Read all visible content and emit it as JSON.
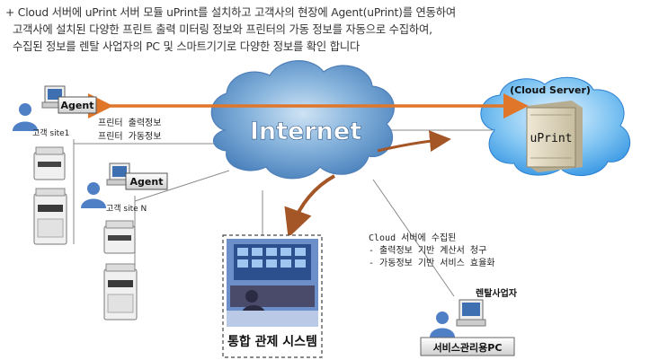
{
  "intro": {
    "line1": "+ Cloud 서버에 uPrint 서버 모듈 uPrint를 설치하고 고객사의 현장에 Agent(uPrint)를 연동하여",
    "line2": "고객사에 설치된 다양한 프린트 출력 미터링 정보와 프린터의 가동 정보를 자동으로 수집하여,",
    "line3": "수집된 정보를 렌탈 사업자의 PC 및 스마트기기로 다양한 정보를 확인 합니다"
  },
  "cloud": {
    "label": "Internet"
  },
  "cloud_server": {
    "label": "(Cloud Server)",
    "server_label": "uPrint"
  },
  "site1": {
    "agent_label": "Agent",
    "site_label": "고객 site1",
    "info_line1": "프린터 출력정보",
    "info_line2": "프린터 가동정보"
  },
  "siteN": {
    "agent_label": "Agent",
    "site_label": "고객 site N"
  },
  "control": {
    "label": "통합 관제 시스템"
  },
  "cloud_collect": {
    "title": "Cloud 서버에 수집된",
    "item1": "- 출력정보 기반 계산서 청구",
    "item2": "- 가동정보 기반 서비스 효율화"
  },
  "rental": {
    "label": "렌탈사업자",
    "service_label": "서비스관리용PC"
  },
  "colors": {
    "arrow": "#e0762a",
    "cloud_fill": "#6f9fcf",
    "server_cloud": "#4aa4ea",
    "control_arrow": "#a55626"
  }
}
